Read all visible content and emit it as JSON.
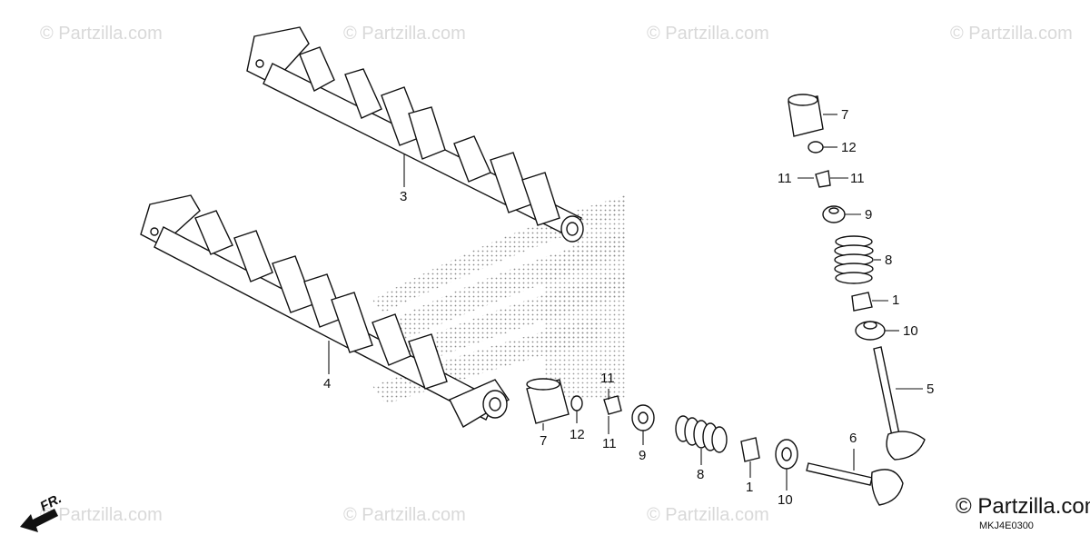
{
  "watermark_text": "© Partzilla.com",
  "brand_text": "© Partzilla.com",
  "diagram_code": "MKJ4E0300",
  "front_label": "FR.",
  "callouts": {
    "c3": "3",
    "c4": "4",
    "r7": "7",
    "r12": "12",
    "r11a": "11",
    "r11b": "11",
    "r9": "9",
    "r8": "8",
    "r1": "1",
    "r10": "10",
    "r5": "5",
    "r6": "6",
    "b7": "7",
    "b12": "12",
    "b11a": "11",
    "b11b": "11",
    "b9": "9",
    "b8": "8",
    "b1": "1",
    "b10": "10"
  },
  "icons": [
    "front-arrow-icon"
  ],
  "colors": {
    "line": "#111111",
    "watermark": "#d9d9d9",
    "dots": "#8a8a8a"
  }
}
